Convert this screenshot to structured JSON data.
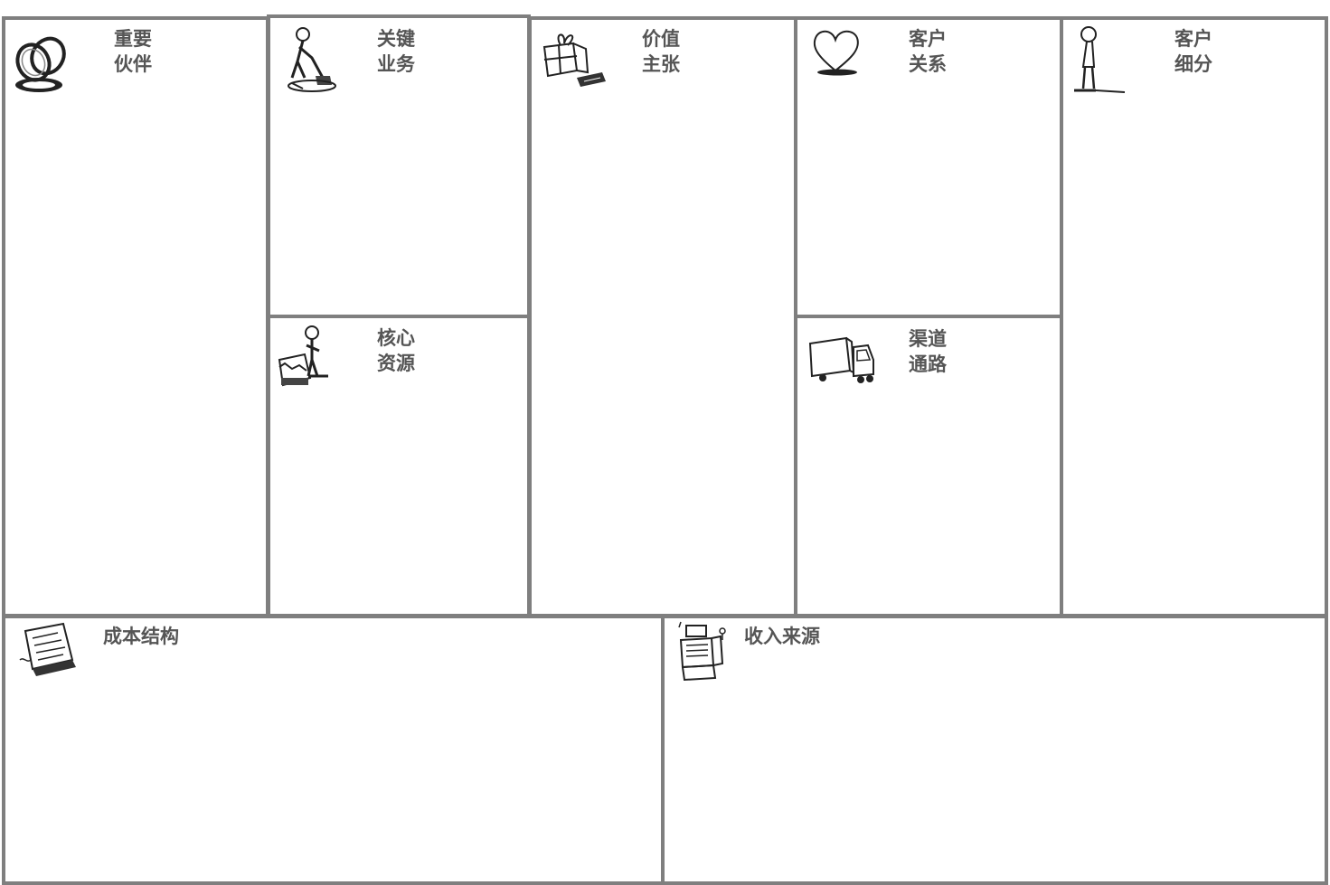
{
  "canvas": {
    "blocks": [
      {
        "id": "key-partners",
        "line1": "重要",
        "line2": "伙伴",
        "icon": "linked-rings-icon"
      },
      {
        "id": "key-activities",
        "line1": "关键",
        "line2": "业务",
        "icon": "worker-digging-icon"
      },
      {
        "id": "key-resources",
        "line1": "核心",
        "line2": "资源",
        "icon": "person-with-machine-icon"
      },
      {
        "id": "value-propositions",
        "line1": "价值",
        "line2": "主张",
        "icon": "gift-box-icon"
      },
      {
        "id": "customer-relationships",
        "line1": "客户",
        "line2": "关系",
        "icon": "heart-icon"
      },
      {
        "id": "channels",
        "line1": "渠道",
        "line2": "通路",
        "icon": "delivery-truck-icon"
      },
      {
        "id": "customer-segments",
        "line1": "客户",
        "line2": "细分",
        "icon": "standing-person-icon"
      },
      {
        "id": "cost-structure",
        "line1": "成本结构",
        "icon": "invoice-papers-icon"
      },
      {
        "id": "revenue-streams",
        "line1": "收入来源",
        "icon": "cash-register-icon"
      }
    ],
    "colors": {
      "border": "#7f7f7f",
      "title": "#555555",
      "background": "#ffffff"
    }
  }
}
